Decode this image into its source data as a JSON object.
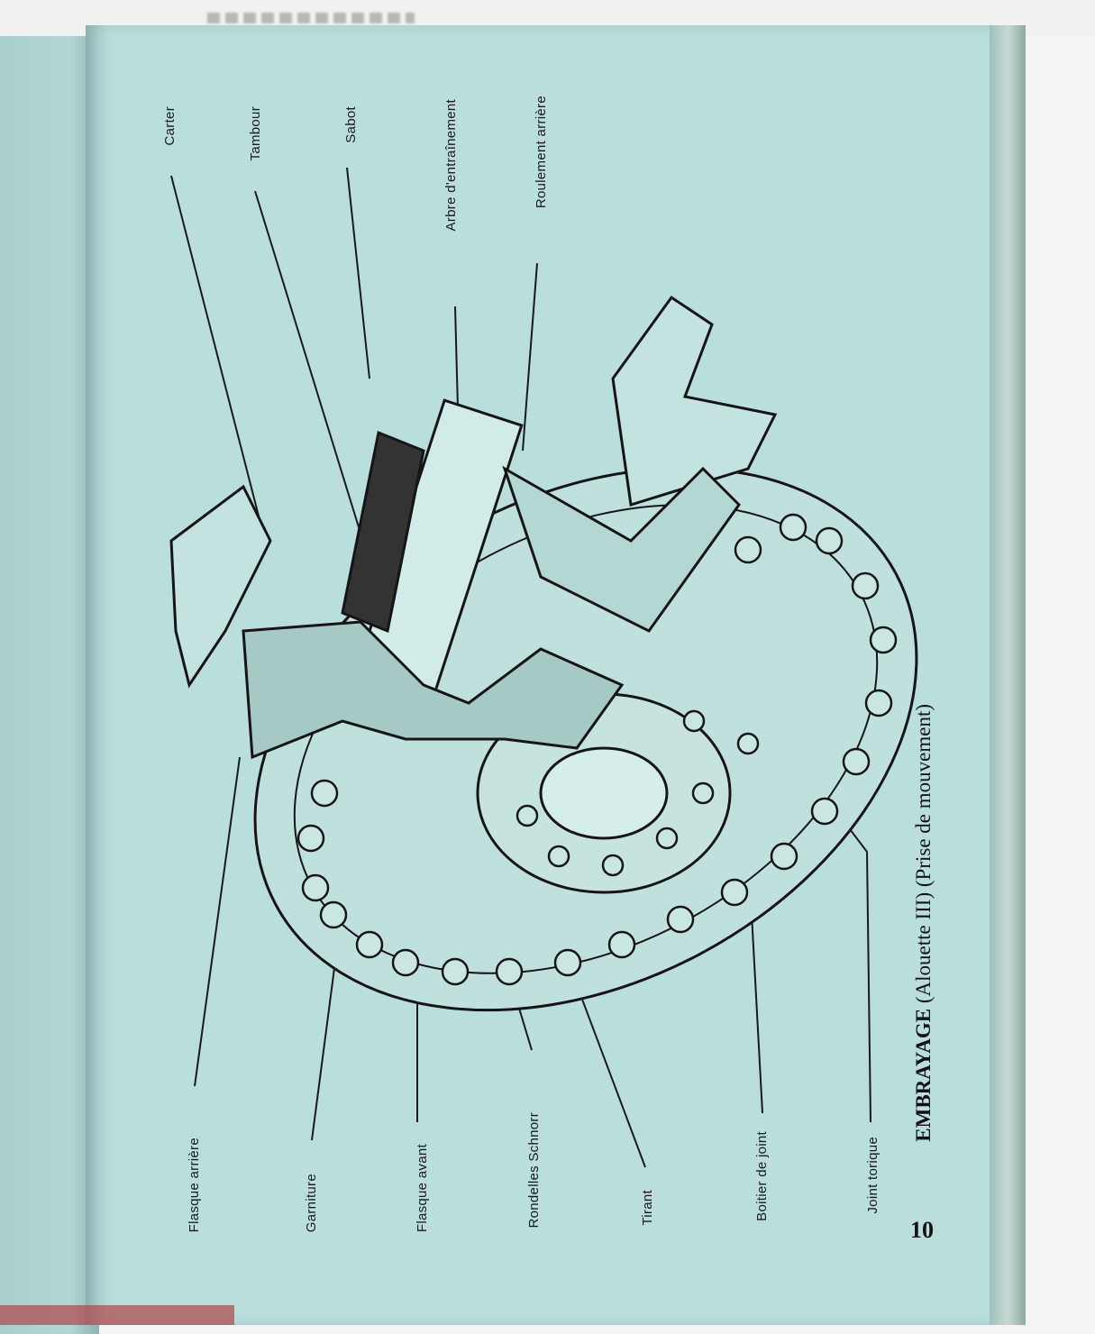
{
  "labels_top": [
    "Carter",
    "Tambour",
    "Sabot",
    "Arbre d'entraînement",
    "Roulement arrière"
  ],
  "labels_bottom": [
    "Flasque arrière",
    "Garniture",
    "Flasque avant",
    "Rondelles Schnorr",
    "Tirant",
    "Boitier de joint",
    "Joint torique"
  ],
  "caption": {
    "main": "EMBRAYAGE",
    "aircraft": "(Alouette III)",
    "sub": "(Prise de mouvement)"
  },
  "page_number": "10",
  "colors": {
    "page": "#b9dedc",
    "ink": "#1a1a1a"
  }
}
